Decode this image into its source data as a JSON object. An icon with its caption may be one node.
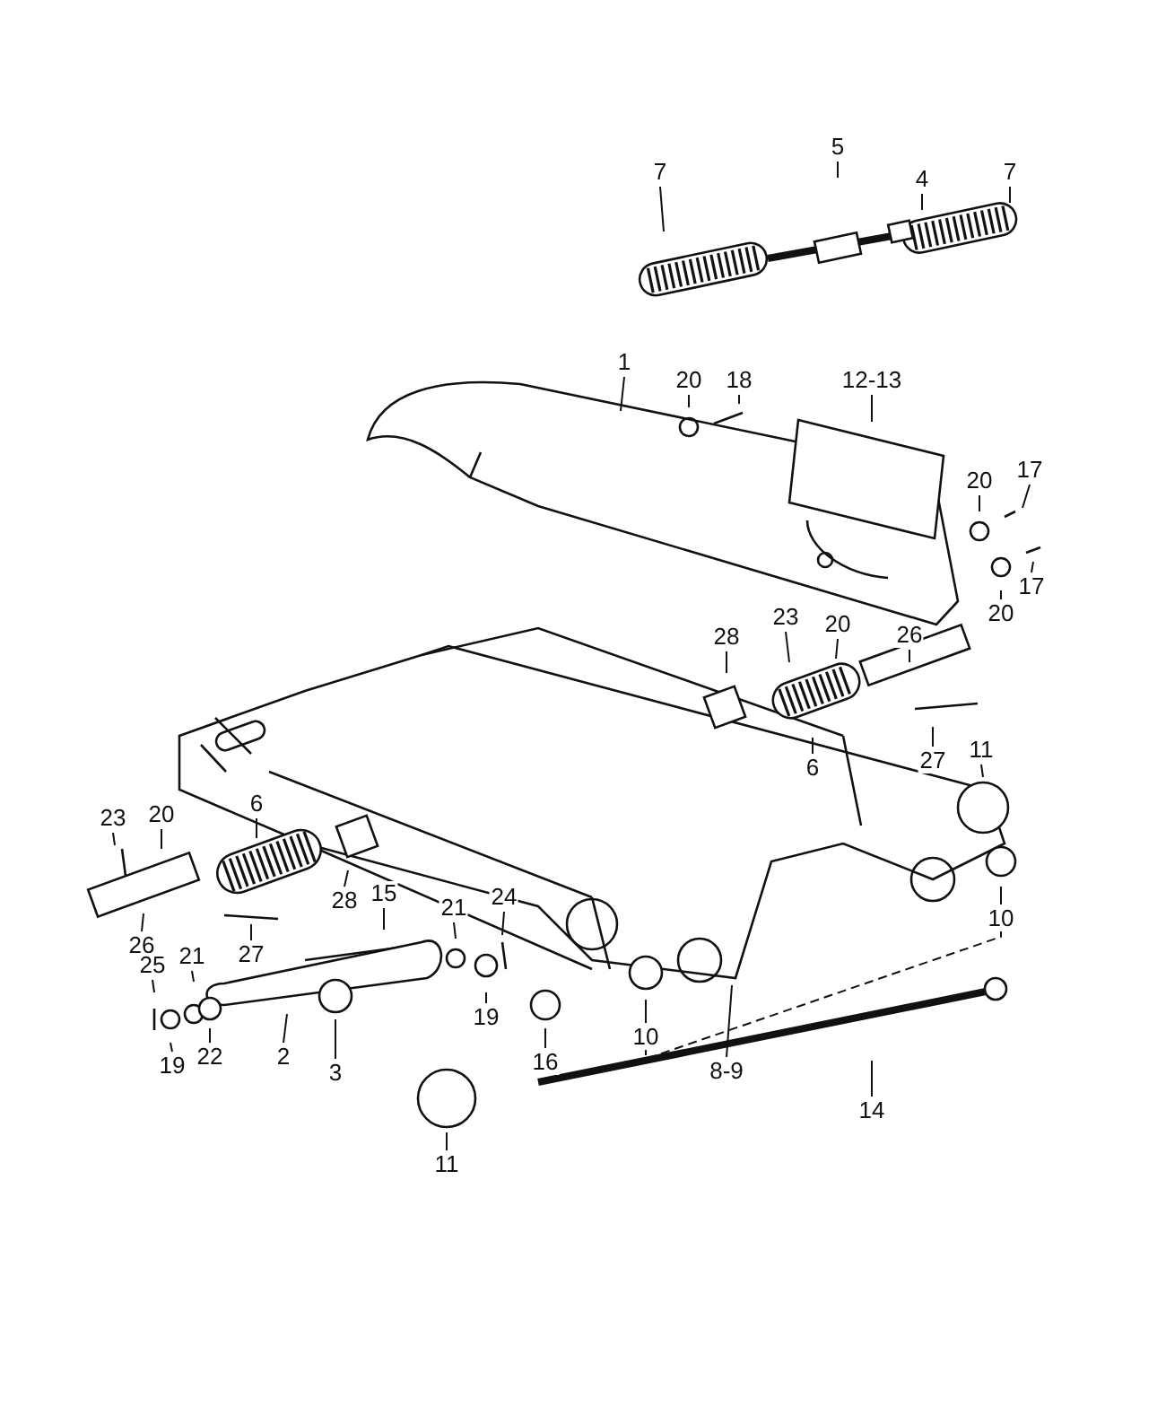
{
  "diagram": {
    "nodes": [
      {
        "text": [
          "7"
        ]
      },
      {
        "text": [
          "5"
        ]
      },
      {
        "text": [
          "4"
        ]
      },
      {
        "text": [
          "7"
        ]
      },
      {
        "text": [
          "1"
        ]
      },
      {
        "text": [
          "20"
        ]
      },
      {
        "text": [
          "18"
        ]
      },
      {
        "text": [
          "12-13"
        ]
      },
      {
        "text": [
          "20"
        ]
      },
      {
        "text": [
          "17"
        ]
      },
      {
        "text": [
          "20"
        ]
      },
      {
        "text": [
          "17"
        ]
      },
      {
        "text": [
          "23"
        ]
      },
      {
        "text": [
          "20"
        ]
      },
      {
        "text": [
          "26"
        ]
      },
      {
        "text": [
          "28"
        ]
      },
      {
        "text": [
          "6"
        ]
      },
      {
        "text": [
          "27"
        ]
      },
      {
        "text": [
          "11"
        ]
      },
      {
        "text": [
          "23"
        ]
      },
      {
        "text": [
          "20"
        ]
      },
      {
        "text": [
          "6"
        ]
      },
      {
        "text": [
          "28"
        ]
      },
      {
        "text": [
          "26"
        ]
      },
      {
        "text": [
          "15"
        ]
      },
      {
        "text": [
          "27"
        ]
      },
      {
        "text": [
          "21"
        ]
      },
      {
        "text": [
          "24"
        ]
      },
      {
        "text": [
          "21"
        ]
      },
      {
        "text": [
          "25"
        ]
      },
      {
        "text": [
          "10"
        ]
      },
      {
        "text": [
          "19"
        ]
      },
      {
        "text": [
          "22"
        ]
      },
      {
        "text": [
          "2"
        ]
      },
      {
        "text": [
          "3"
        ]
      },
      {
        "text": [
          "19"
        ]
      },
      {
        "text": [
          "16"
        ]
      },
      {
        "text": [
          "10"
        ]
      },
      {
        "text": [
          "8-9"
        ]
      },
      {
        "text": [
          "14"
        ]
      },
      {
        "text": [
          "11"
        ]
      }
    ],
    "edges": [
      {
        "from": 0,
        "to": null,
        "arrow": "none"
      },
      {
        "from": 1,
        "to": null,
        "arrow": "none"
      },
      {
        "from": 2,
        "to": null,
        "arrow": "none"
      },
      {
        "from": 3,
        "to": null,
        "arrow": "none"
      },
      {
        "from": 4,
        "to": null,
        "arrow": "none"
      },
      {
        "from": 5,
        "to": null,
        "arrow": "none"
      },
      {
        "from": 6,
        "to": null,
        "arrow": "none"
      },
      {
        "from": 7,
        "to": null,
        "arrow": "none"
      },
      {
        "from": 8,
        "to": null,
        "arrow": "none"
      },
      {
        "from": 9,
        "to": null,
        "arrow": "none"
      },
      {
        "from": 10,
        "to": null,
        "arrow": "none"
      },
      {
        "from": 11,
        "to": null,
        "arrow": "none"
      },
      {
        "from": 12,
        "to": null,
        "arrow": "none"
      },
      {
        "from": 13,
        "to": null,
        "arrow": "none"
      },
      {
        "from": 14,
        "to": null,
        "arrow": "none"
      },
      {
        "from": 15,
        "to": null,
        "arrow": "none"
      },
      {
        "from": 16,
        "to": null,
        "arrow": "none"
      },
      {
        "from": 17,
        "to": null,
        "arrow": "none"
      },
      {
        "from": 18,
        "to": null,
        "arrow": "none"
      },
      {
        "from": 19,
        "to": null,
        "arrow": "none"
      },
      {
        "from": 20,
        "to": null,
        "arrow": "none"
      },
      {
        "from": 21,
        "to": null,
        "arrow": "none"
      },
      {
        "from": 22,
        "to": null,
        "arrow": "none"
      },
      {
        "from": 23,
        "to": null,
        "arrow": "none"
      },
      {
        "from": 24,
        "to": null,
        "arrow": "none"
      },
      {
        "from": 25,
        "to": null,
        "arrow": "none"
      },
      {
        "from": 26,
        "to": null,
        "arrow": "none"
      },
      {
        "from": 27,
        "to": null,
        "arrow": "none"
      },
      {
        "from": 28,
        "to": null,
        "arrow": "none"
      },
      {
        "from": 29,
        "to": null,
        "arrow": "none"
      },
      {
        "from": 30,
        "to": null,
        "arrow": "none"
      },
      {
        "from": 31,
        "to": null,
        "arrow": "none"
      },
      {
        "from": 32,
        "to": null,
        "arrow": "none"
      },
      {
        "from": 33,
        "to": null,
        "arrow": "none"
      },
      {
        "from": 34,
        "to": null,
        "arrow": "none"
      },
      {
        "from": 35,
        "to": null,
        "arrow": "none"
      },
      {
        "from": 36,
        "to": null,
        "arrow": "none"
      },
      {
        "from": 37,
        "to": null,
        "arrow": "none"
      },
      {
        "from": 38,
        "to": null,
        "arrow": "none"
      },
      {
        "from": 39,
        "to": null,
        "arrow": "none"
      },
      {
        "from": 40,
        "to": null,
        "arrow": "none"
      }
    ]
  }
}
